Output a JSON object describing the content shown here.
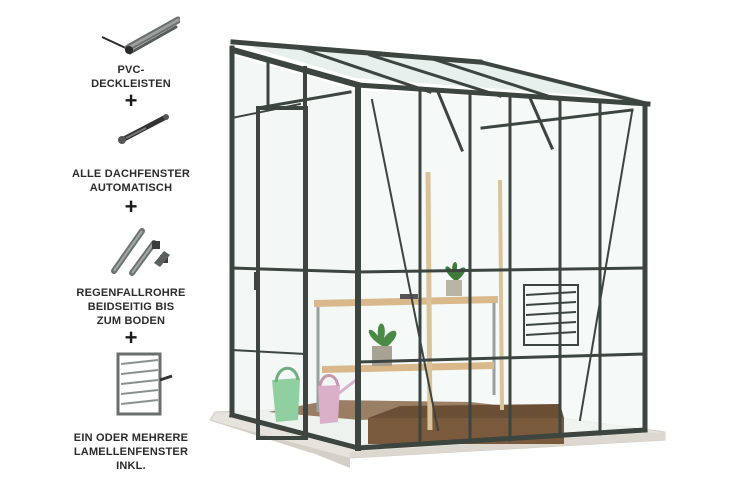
{
  "features": [
    {
      "label_line1": "PVC-",
      "label_line2": "DECKLEISTEN",
      "label_line3": "",
      "icon": "pvc-cover-strip-icon"
    },
    {
      "label_line1": "ALLE DACHFENSTER",
      "label_line2": "AUTOMATISCH",
      "label_line3": "",
      "icon": "automatic-window-opener-icon"
    },
    {
      "label_line1": "REGENFALLROHRE",
      "label_line2": "BEIDSEITIG BIS",
      "label_line3": "ZUM BODEN",
      "icon": "downpipe-icon"
    },
    {
      "label_line1": "EIN ODER MEHRERE",
      "label_line2": "LAMELLENFENSTER",
      "label_line3": "INKL.",
      "icon": "louvre-window-icon"
    }
  ],
  "plus_sign": "+",
  "colors": {
    "frame": "#3c4540",
    "glass": "#eef3f2",
    "base": "#e4e1da",
    "shelf_wood": "#d9b88c",
    "watering_can_green": "#8fcfa0",
    "watering_can_pink": "#d9b0c8",
    "soil": "#8a6a4a"
  }
}
